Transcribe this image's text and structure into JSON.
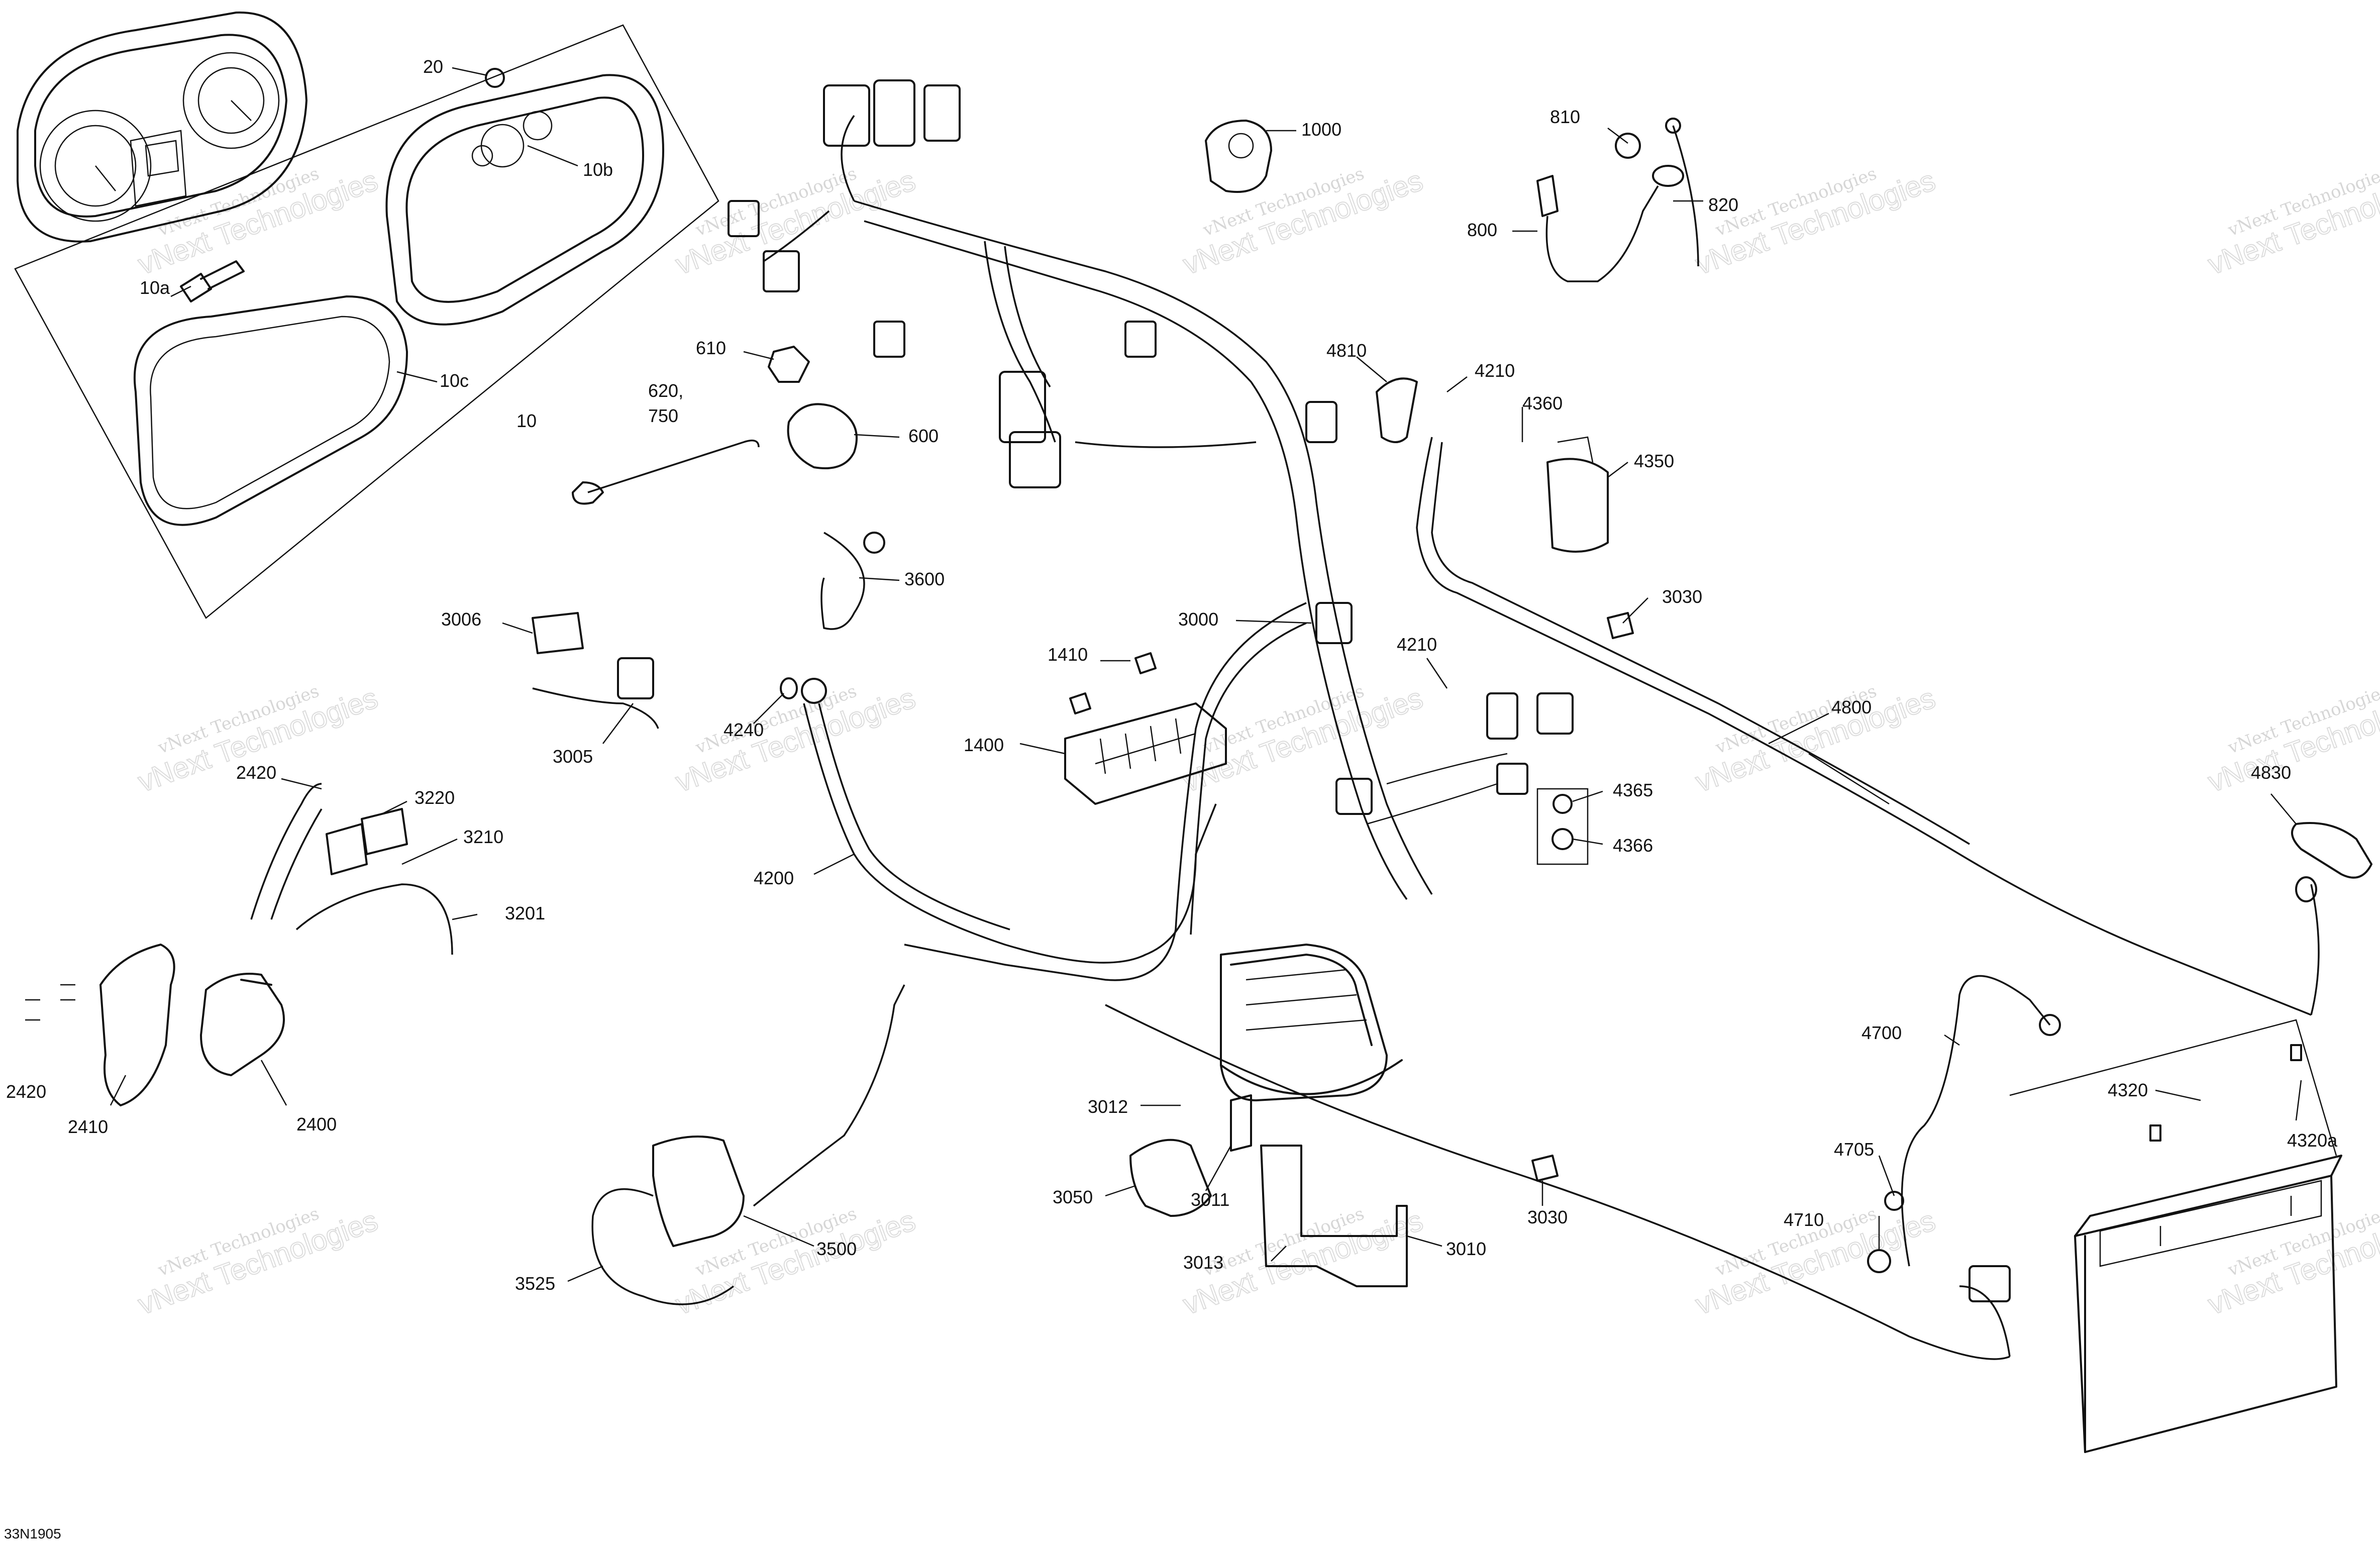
{
  "diagram_code": "33N1905",
  "watermark": {
    "line1": "vNext Technologies",
    "line2": "vNext Technologies"
  },
  "callouts": [
    {
      "id": "c-20",
      "text": "20"
    },
    {
      "id": "c-10b",
      "text": "10b"
    },
    {
      "id": "c-10a",
      "text": "10a"
    },
    {
      "id": "c-10c",
      "text": "10c"
    },
    {
      "id": "c-10",
      "text": "10"
    },
    {
      "id": "c-610",
      "text": "610"
    },
    {
      "id": "c-620-750",
      "text": "620,\n750"
    },
    {
      "id": "c-600",
      "text": "600"
    },
    {
      "id": "c-3600",
      "text": "3600"
    },
    {
      "id": "c-3006",
      "text": "3006"
    },
    {
      "id": "c-3005",
      "text": "3005"
    },
    {
      "id": "c-4240",
      "text": "4240"
    },
    {
      "id": "c-1000",
      "text": "1000"
    },
    {
      "id": "c-810",
      "text": "810"
    },
    {
      "id": "c-800",
      "text": "800"
    },
    {
      "id": "c-820",
      "text": "820"
    },
    {
      "id": "c-4810",
      "text": "4810"
    },
    {
      "id": "c-4210a",
      "text": "4210"
    },
    {
      "id": "c-4360",
      "text": "4360"
    },
    {
      "id": "c-4350",
      "text": "4350"
    },
    {
      "id": "c-3030a",
      "text": "3030"
    },
    {
      "id": "c-3000",
      "text": "3000"
    },
    {
      "id": "c-1410",
      "text": "1410"
    },
    {
      "id": "c-4210b",
      "text": "4210"
    },
    {
      "id": "c-1400",
      "text": "1400"
    },
    {
      "id": "c-4800",
      "text": "4800"
    },
    {
      "id": "c-4365",
      "text": "4365"
    },
    {
      "id": "c-4366",
      "text": "4366"
    },
    {
      "id": "c-4830",
      "text": "4830"
    },
    {
      "id": "c-2420a",
      "text": "2420"
    },
    {
      "id": "c-3220",
      "text": "3220"
    },
    {
      "id": "c-3210",
      "text": "3210"
    },
    {
      "id": "c-3201",
      "text": "3201"
    },
    {
      "id": "c-4200",
      "text": "4200"
    },
    {
      "id": "c-2420b",
      "text": "2420"
    },
    {
      "id": "c-2410",
      "text": "2410"
    },
    {
      "id": "c-2400",
      "text": "2400"
    },
    {
      "id": "c-4700",
      "text": "4700"
    },
    {
      "id": "c-4320",
      "text": "4320"
    },
    {
      "id": "c-4320a",
      "text": "4320a"
    },
    {
      "id": "c-3012",
      "text": "3012"
    },
    {
      "id": "c-3050",
      "text": "3050"
    },
    {
      "id": "c-3011",
      "text": "3011"
    },
    {
      "id": "c-3030b",
      "text": "3030"
    },
    {
      "id": "c-4705",
      "text": "4705"
    },
    {
      "id": "c-4710",
      "text": "4710"
    },
    {
      "id": "c-3500",
      "text": "3500"
    },
    {
      "id": "c-3525",
      "text": "3525"
    },
    {
      "id": "c-3013",
      "text": "3013"
    },
    {
      "id": "c-3010",
      "text": "3010"
    }
  ]
}
